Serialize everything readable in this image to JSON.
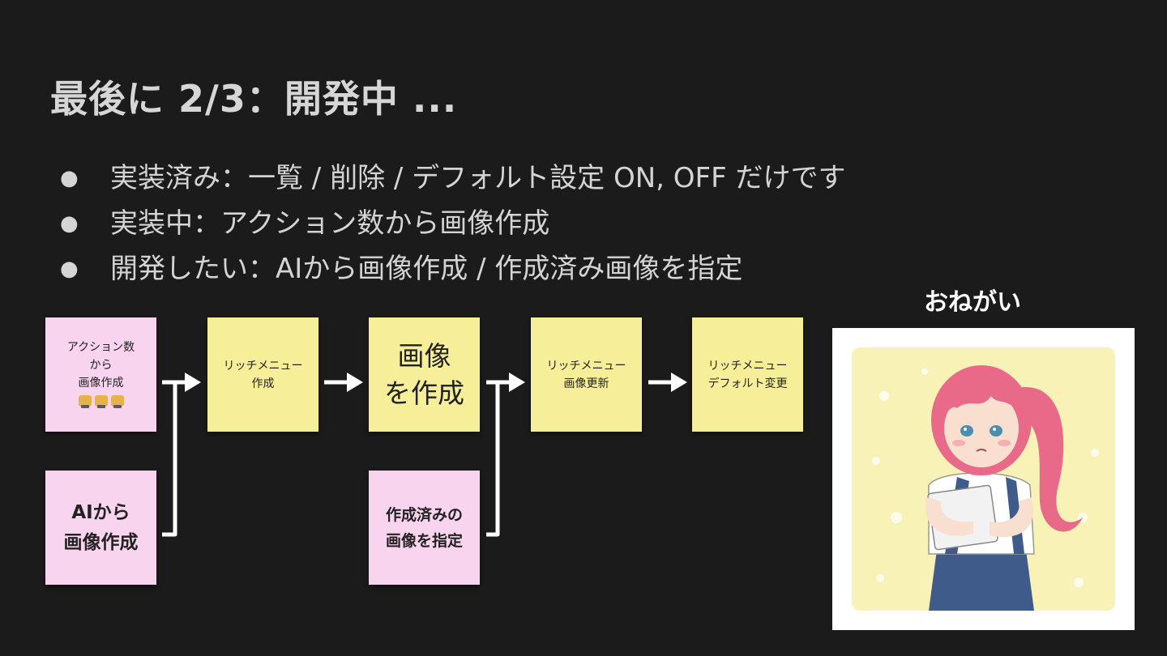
{
  "slide": {
    "title": "最後に 2/3：開発中 ...",
    "bullets": [
      "実装済み：一覧 / 削除 / デフォルト設定 ON, OFF だけです",
      "実装中：アクション数から画像作成",
      "開発したい：AIから画像作成 / 作成済み画像を指定"
    ],
    "bullet_icon": "●"
  },
  "flow": {
    "notes": {
      "action": "アクション数\nから\n画像作成",
      "action_emoji": "construction-worker-emoji x3",
      "rich_create": "リッチメニュー\n作成",
      "image_create": "画像\nを作成",
      "rich_update": "リッチメニュー\n画像更新",
      "rich_default": "リッチメニュー\nデフォルト変更",
      "ai": "AIから\n画像作成",
      "preset": "作成済みの\n画像を指定"
    }
  },
  "callout": {
    "label": "おねがい",
    "illustration": "girl-holding-papers-illustration"
  },
  "colors": {
    "background": "#1b1b1b",
    "pink_note": "#f9d4ef",
    "yellow_note": "#f7ee99",
    "arrow": "#ffffff"
  }
}
